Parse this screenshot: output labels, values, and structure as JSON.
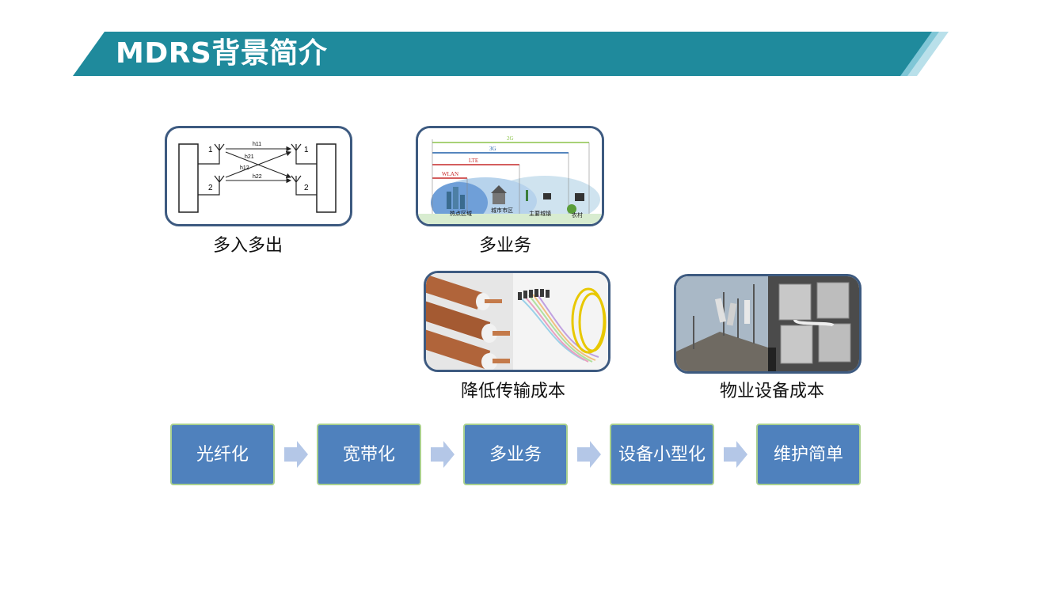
{
  "slide": {
    "title": "MDRS背景简介"
  },
  "cards": [
    {
      "id": "mimo",
      "caption": "多入多出",
      "labels": {
        "tx1": "1",
        "tx2": "2",
        "rx1": "1",
        "rx2": "2",
        "h11": "h11",
        "h21": "h21",
        "h12": "h12",
        "h22": "h22"
      }
    },
    {
      "id": "multiservice",
      "caption": "多业务",
      "labels": {
        "g2": "2G",
        "g3": "3G",
        "lte": "LTE",
        "wlan": "WLAN",
        "zone1": "热点区域",
        "zone2": "城市市区",
        "zone3": "主要城镇",
        "zone4": "农村"
      }
    },
    {
      "id": "transport",
      "caption": "降低传输成本"
    },
    {
      "id": "property",
      "caption": "物业设备成本"
    }
  ],
  "flow": {
    "steps": [
      "光纤化",
      "宽带化",
      "多业务",
      "设备小型化",
      "维护简单"
    ]
  },
  "colors": {
    "banner": "#1f8a9c",
    "banner_light": "#7fc6d6",
    "card_border": "#3d5a80",
    "step_fill": "#4f81bd",
    "step_border": "#a9d08e",
    "arrow": "#b4c7e7"
  }
}
